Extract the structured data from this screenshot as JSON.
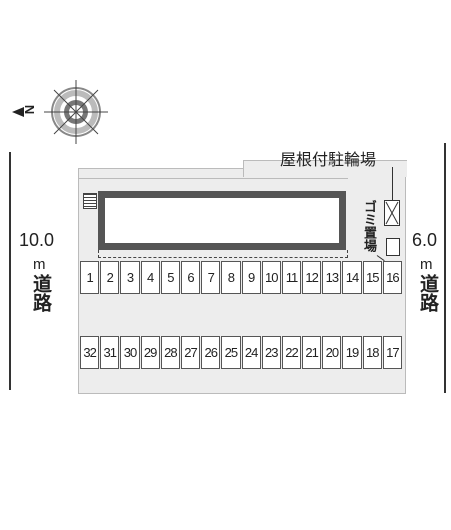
{
  "road_left": {
    "width": "10.0",
    "unit": "m",
    "kanji": "道路"
  },
  "road_right": {
    "width": "6.0",
    "unit": "m",
    "kanji": "道路"
  },
  "bike_parking_label": "屋根付駐輪場",
  "garbage_label": "ゴミ置場",
  "compass": {
    "letter": "N"
  },
  "parking_top": [
    "1",
    "2",
    "3",
    "4",
    "5",
    "6",
    "7",
    "8",
    "9",
    "10",
    "11",
    "12",
    "13",
    "14",
    "15",
    "16"
  ],
  "parking_bottom": [
    "32",
    "31",
    "30",
    "29",
    "28",
    "27",
    "26",
    "25",
    "24",
    "23",
    "22",
    "21",
    "20",
    "19",
    "18",
    "17"
  ]
}
